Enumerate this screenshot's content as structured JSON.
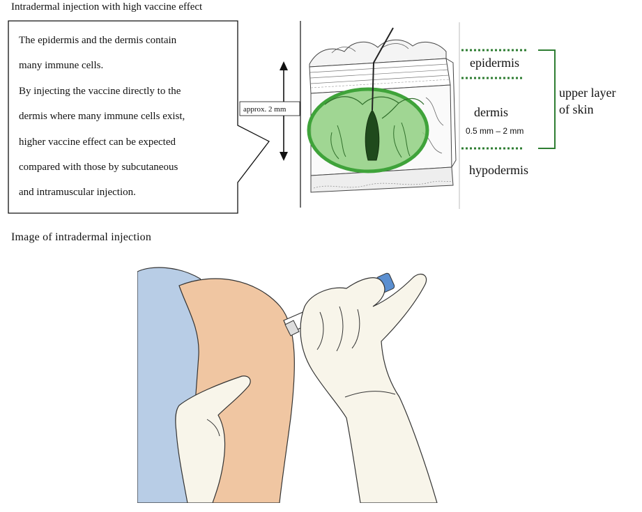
{
  "top_section": {
    "title": "Intradermal injection with high vaccine effect",
    "callout_lines": [
      "The epidermis and the dermis contain",
      "many immune cells.",
      "By injecting the vaccine directly to the",
      "dermis where many immune cells exist,",
      "higher vaccine effect can be expected",
      "compared with those by subcutaneous",
      "and intramuscular injection."
    ],
    "depth_label": "approx. 2 mm",
    "labels": {
      "epidermis": "epidermis",
      "dermis": "dermis",
      "dermis_thickness": "0.5 mm – 2 mm",
      "hypodermis": "hypodermis",
      "upper_layer_line1": "upper layer",
      "upper_layer_line2": "of skin"
    },
    "colors": {
      "highlight_green": "#5fb94a",
      "highlight_fill": "#8fcf80",
      "dotted_green": "#2e7d32"
    }
  },
  "bottom_section": {
    "title": "Image of intradermal injection",
    "colors": {
      "shirt": "#b8cde6",
      "skin": "#f0c6a2",
      "glove": "#f8f5ea",
      "syringe_cap": "#5b8fd0"
    }
  }
}
